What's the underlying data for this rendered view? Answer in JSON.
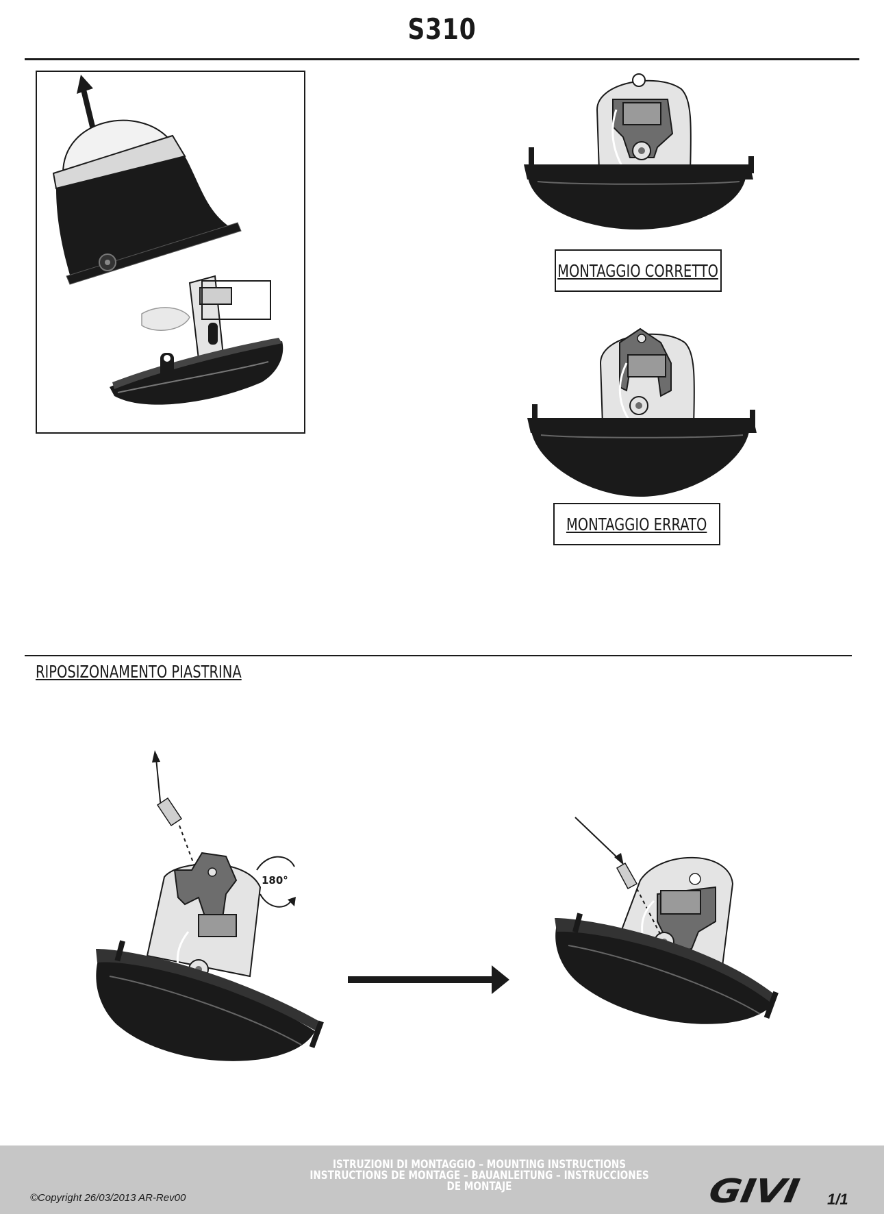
{
  "header": {
    "title": "S310"
  },
  "labels": {
    "correct": "MONTAGGIO CORRETTO",
    "wrong": "MONTAGGIO ERRATO",
    "section": "RIPOSIZONAMENTO PIASTRINA",
    "rotation": "180°"
  },
  "footer": {
    "copyright": "©Copyright 26/03/2013 AR-Rev00",
    "line1": "ISTRUZIONI DI MONTAGGIO  –  MOUNTING INSTRUCTIONS",
    "line2": "INSTRUCTIONS DE MONTAGE – BAUANLEITUNG – INSTRUCCIONES",
    "line3": "DE MONTAJE",
    "logo": "GIVI",
    "page": "1/1"
  },
  "colors": {
    "ink": "#1a1a1a",
    "footer_bg": "#c6c6c6",
    "light_gray": "#e4e4e4"
  }
}
